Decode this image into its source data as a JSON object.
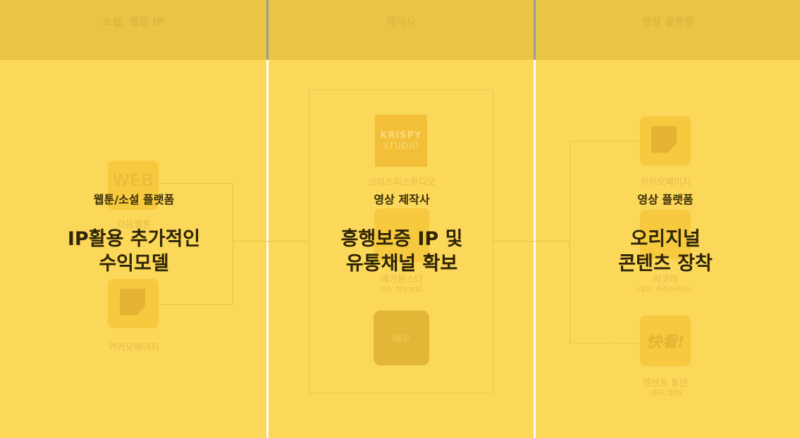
{
  "columns": [
    {
      "header": "소설, 웹툰 IP",
      "label": "웹툰/소설 플랫폼",
      "headline": [
        "IP활용 추가적인",
        "수익모델"
      ],
      "faded_items": [
        {
          "logo": "WEB",
          "name": "다음웹툰"
        },
        {
          "name": "카카오페이지"
        }
      ]
    },
    {
      "header": "제작사",
      "label": "영상 제작사",
      "headline": [
        "흥행보증 IP 및",
        "유통채널 확보"
      ],
      "faded_items": [
        {
          "logo": [
            "KRISPY",
            "STUDIO"
          ],
          "name": "크리스피스튜디오"
        },
        {
          "name": "메가몬스터",
          "sub": "(PD, 작가 보유)"
        },
        {
          "logo": "배우"
        }
      ]
    },
    {
      "header": "영상 플랫폼",
      "label": "영상 플랫폼",
      "headline": [
        "오리지널",
        "콘텐츠 장착"
      ],
      "faded_items": [
        {
          "name": "카카오페이지"
        },
        {
          "name": "픽코마",
          "sub": "(일본, 카카오서비스)"
        },
        {
          "logo": "快看!",
          "name": "텐센트 동만",
          "sub": "(중국, 협력)"
        }
      ]
    }
  ]
}
